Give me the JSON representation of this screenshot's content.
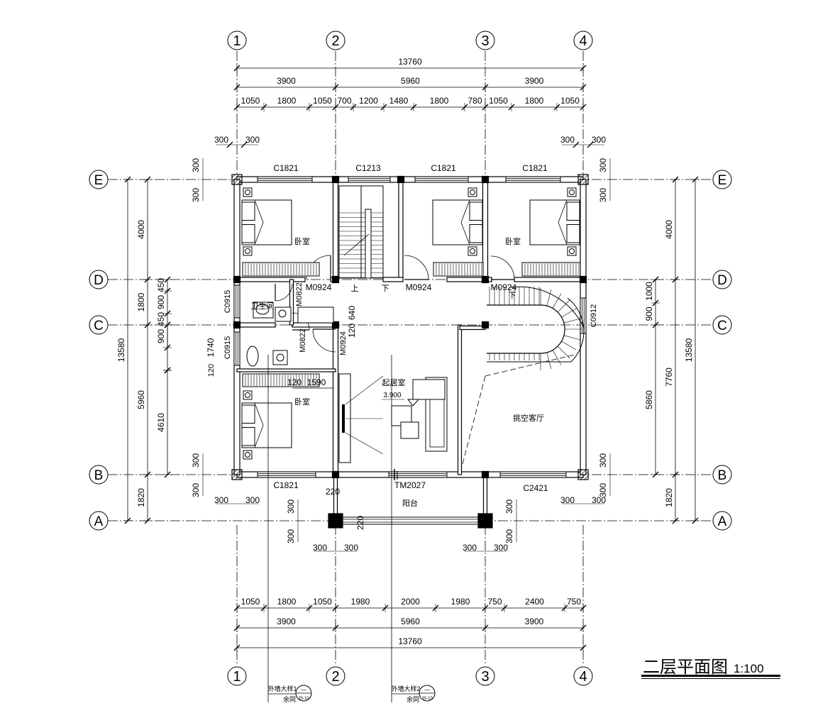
{
  "drawing": {
    "title": "二层平面图",
    "scale": "1:100"
  },
  "axes": {
    "vertical": [
      "1",
      "2",
      "3",
      "4"
    ],
    "horizontal": [
      "E",
      "D",
      "C",
      "B",
      "A"
    ]
  },
  "dims": {
    "top_total": "13760",
    "top_bays": [
      "3900",
      "5960",
      "3900"
    ],
    "top_detail": [
      "1050",
      "1800",
      "1050",
      "700",
      "1200",
      "1480",
      "1800",
      "780",
      "1050",
      "1800",
      "1050"
    ],
    "bottom_detail": [
      "1050",
      "1800",
      "1050",
      "1980",
      "2000",
      "1980",
      "750",
      "2400",
      "750"
    ],
    "bottom_bays": [
      "3900",
      "5960",
      "3900"
    ],
    "bottom_total": "13760",
    "left_outer": [
      "4000",
      "1800",
      "5960",
      "1820"
    ],
    "left_total": "13580",
    "left_inner": [
      "450",
      "900",
      "450",
      "900",
      "1740",
      "120",
      "4610"
    ],
    "right_outer": [
      "4000",
      "7760",
      "1820"
    ],
    "right_total": "13580",
    "right_inner": [
      "1000",
      "900",
      "5860"
    ],
    "w300": "300",
    "w220": "220",
    "d120": "120",
    "d640": "640",
    "d1590": "1590"
  },
  "openings": {
    "c1821": "C1821",
    "c1213": "C1213",
    "c2421": "C2421",
    "c0915": "C0915",
    "c0912": "C0912",
    "m0924": "M0924",
    "m0822": "M0822",
    "tm2027": "TM2027"
  },
  "rooms": {
    "bedroom": "卧室",
    "bathroom": "卫生间",
    "living": "起居室",
    "living_elev": "3.900",
    "void_hall": "挑空客厅",
    "balcony": "阳台",
    "up": "上",
    "down": "下"
  },
  "details": {
    "label1": "外墙大样1",
    "label2": "外墙大样2",
    "sub": "余同",
    "ref_top": "—",
    "ref_bottom": "JS-10"
  }
}
